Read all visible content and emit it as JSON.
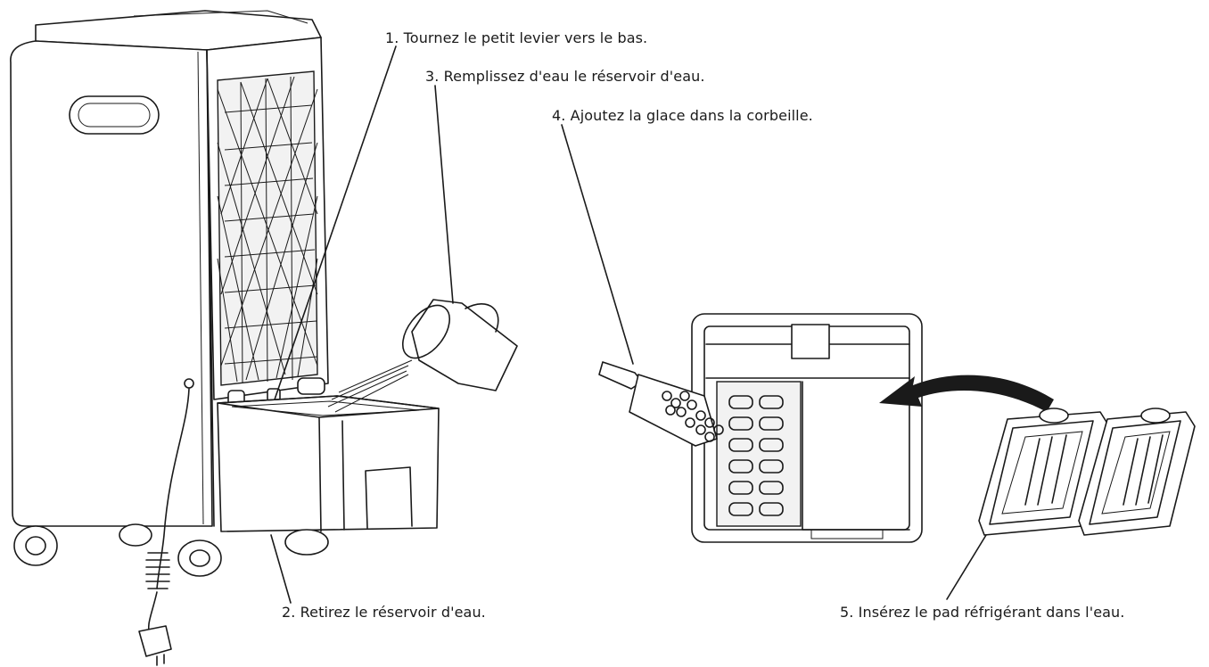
{
  "steps": [
    "1. Tournez le petit levier vers le bas.",
    "2. Retirez le réservoir d'eau.",
    "3. Remplissez d'eau le réservoir d'eau.",
    "4. Ajoutez la glace dans la corbeille.",
    "5. Insérez le pad réfrigérant dans l'eau."
  ],
  "colors": {
    "line": "#1a1a1a",
    "background": "#ffffff"
  }
}
